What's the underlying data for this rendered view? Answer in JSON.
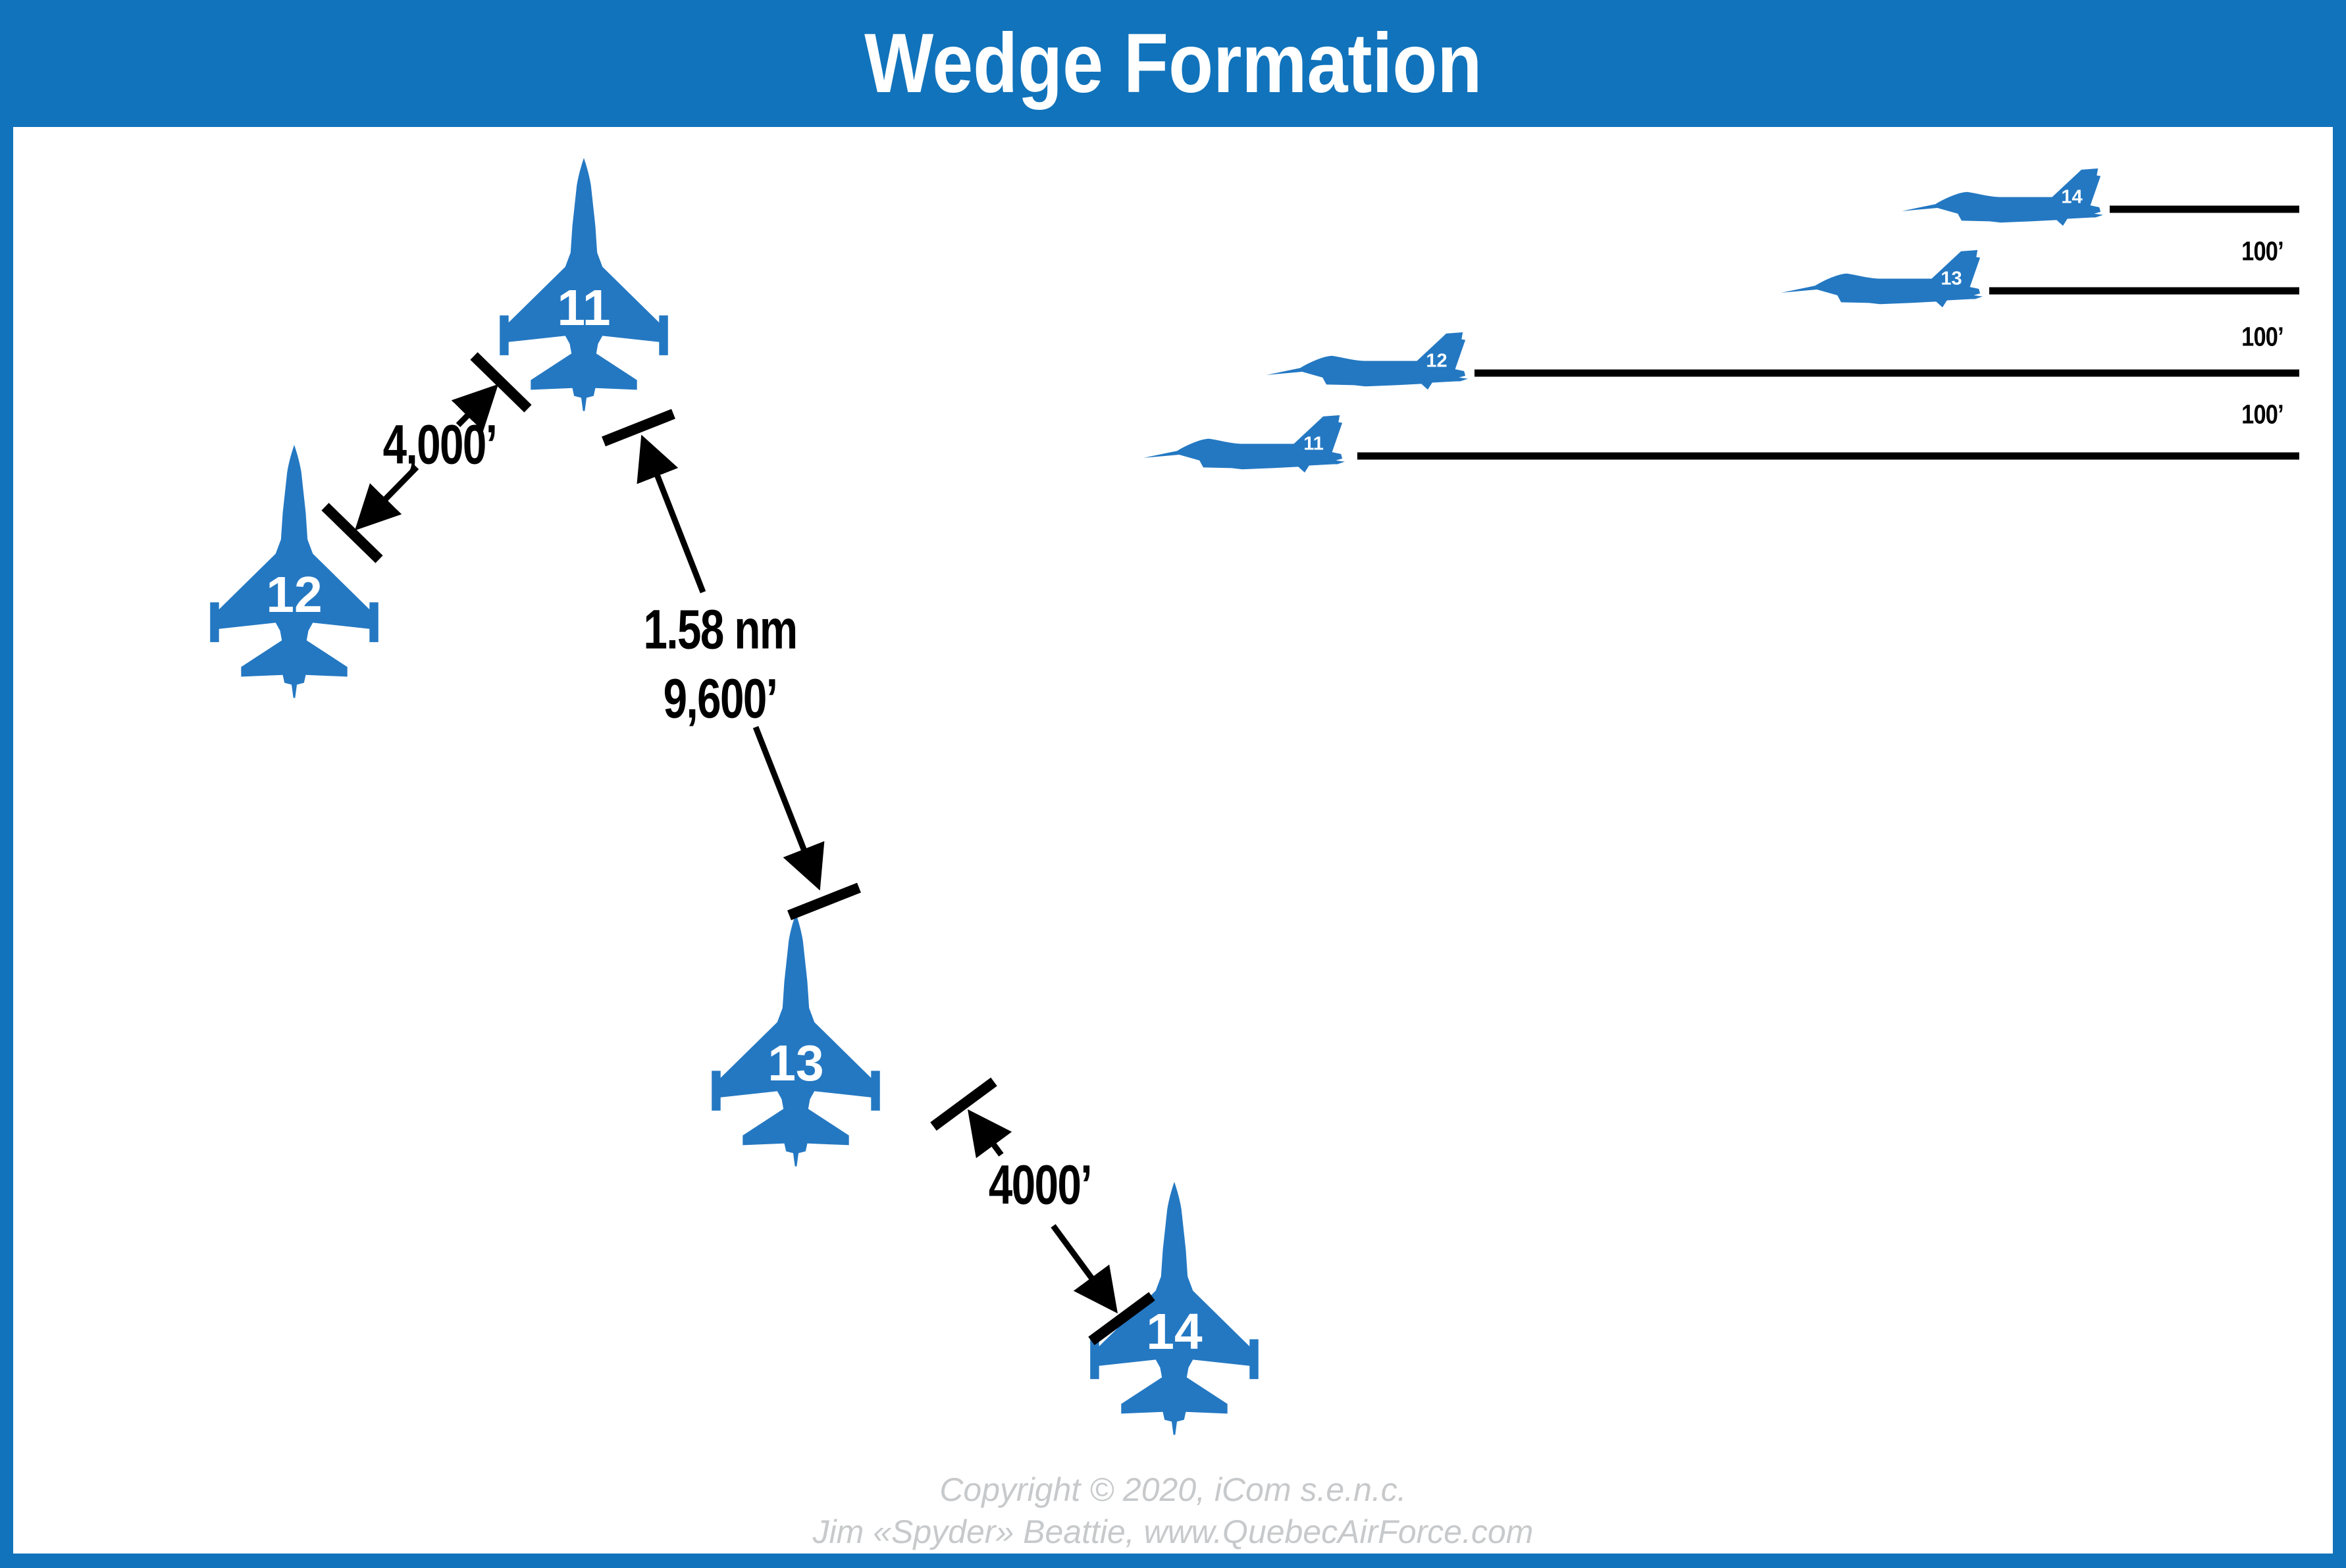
{
  "header": {
    "title": "Wedge Formation"
  },
  "colors": {
    "band_blue": "#1173BB",
    "jet_blue": "#2478C2",
    "ink": "#000000",
    "muted": "#C7C9CB"
  },
  "plan_view": {
    "jets": [
      {
        "label": "11"
      },
      {
        "label": "12"
      },
      {
        "label": "13"
      },
      {
        "label": "14"
      }
    ],
    "annotations": {
      "lead_wingman_spacing": "4,000’",
      "element_distance_nm": "1.58 nm",
      "element_distance_ft": "9,600’",
      "trail_wingman_spacing": "4000’"
    }
  },
  "profile_view": {
    "jets": [
      {
        "label": "14"
      },
      {
        "label": "13"
      },
      {
        "label": "12"
      },
      {
        "label": "11"
      }
    ],
    "altitude_separations": [
      "100’",
      "100’",
      "100’"
    ]
  },
  "footer": {
    "copyright_line": "Copyright © 2020, iCom s.e.n.c.",
    "author_line": "Jim «Spyder» Beattie, www.QuebecAirForce.com"
  }
}
